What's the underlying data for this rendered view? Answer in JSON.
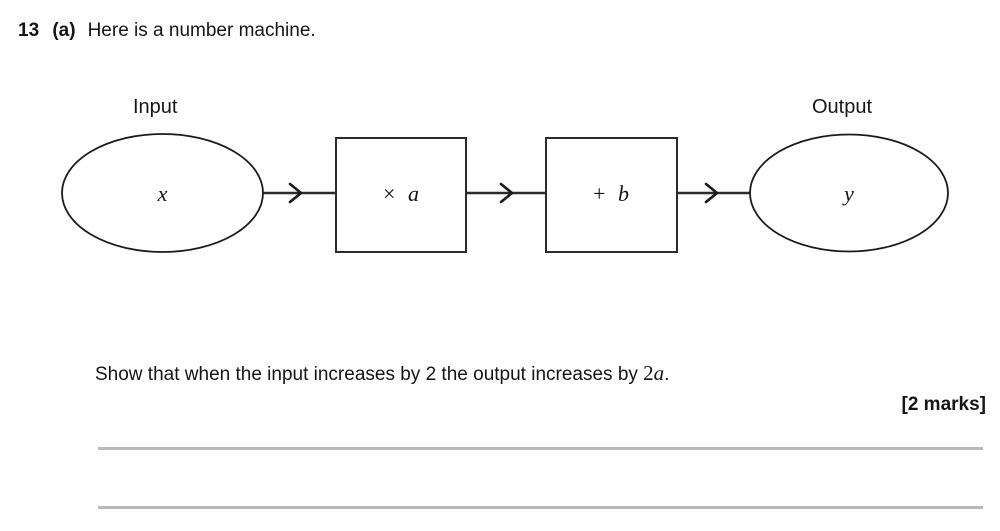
{
  "question": {
    "number": "13",
    "part": "(a)",
    "prompt": "Here is a number machine."
  },
  "diagram": {
    "input_label": "Input",
    "output_label": "Output",
    "input_node": "x",
    "output_node": "y",
    "operations": [
      {
        "symbol": "×",
        "operand": "a"
      },
      {
        "symbol": "+",
        "operand": "b"
      }
    ],
    "arrow_glyph": "arrow-right",
    "stroke_color": "#1b1b1b"
  },
  "statement": {
    "before": "Show that when the input increases by 2 the output increases by ",
    "math_number": "2",
    "math_var": "a",
    "after": "."
  },
  "marks": "[2 marks]",
  "answer_lines": [
    {
      "id": "answer-line-1"
    },
    {
      "id": "answer-line-2"
    }
  ],
  "colors": {
    "page_background": "#fefefe",
    "ink": "#151515",
    "rule_line": "#b9b9bb"
  }
}
